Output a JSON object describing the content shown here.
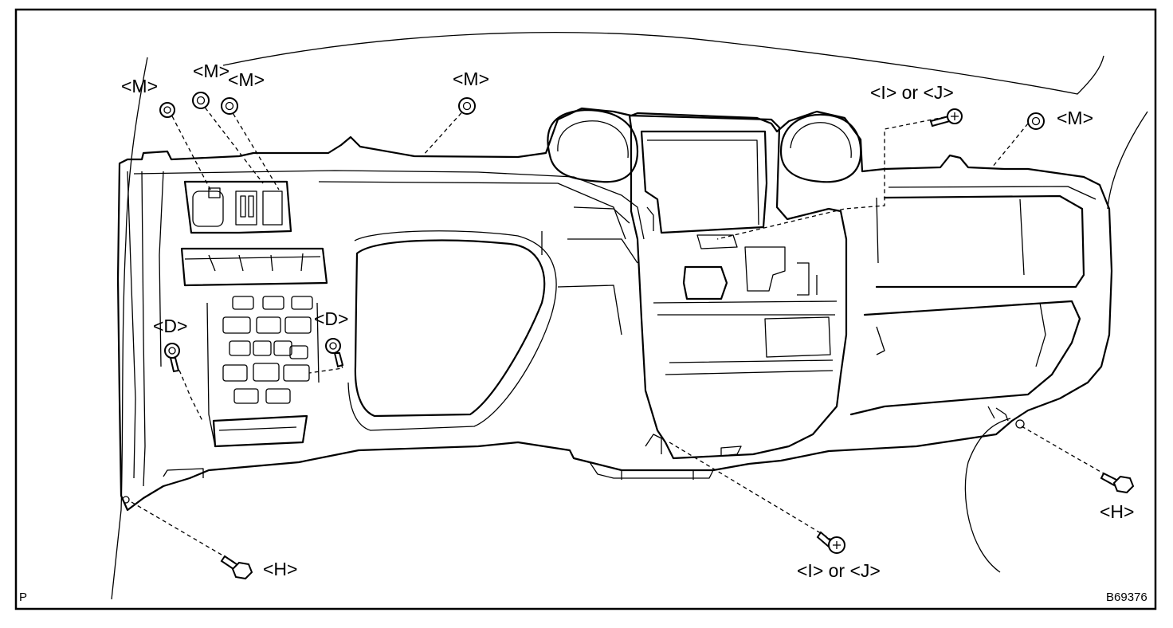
{
  "labels": {
    "m1": "<M>",
    "m2": "<M>",
    "m3": "<M>",
    "m4": "<M>",
    "m5": "<M>",
    "ij_top": "<I> or <J>",
    "ij_bottom": "<I> or <J>",
    "d_left": "<D>",
    "d_right": "<D>",
    "h_left": "<H>",
    "h_right": "<H>"
  },
  "corner_left": "P",
  "figure_id": "B69376",
  "icons": {
    "nut": "hex-nut-icon",
    "bolt": "flange-bolt-icon",
    "screw": "screw-icon"
  },
  "colors": {
    "line": "#000000",
    "background": "#ffffff"
  }
}
